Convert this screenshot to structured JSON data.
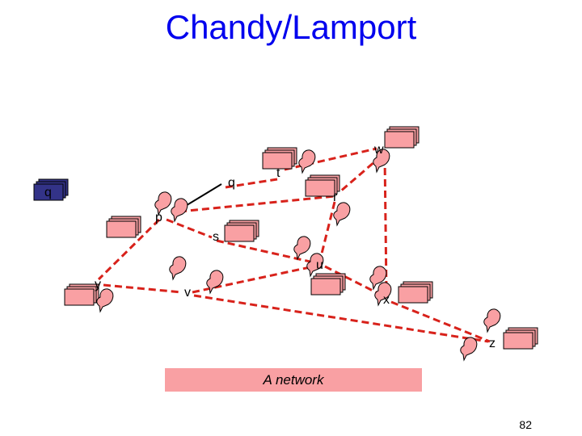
{
  "slide": {
    "title": "Chandy/Lamport",
    "banner": "A network",
    "page_number": "82"
  },
  "colors": {
    "edge": "#d8221b",
    "process_fill": "#f9a0a3",
    "highlight_process_fill": "#333388",
    "title": "#0000ee",
    "banner_fill": "#f9a0a3"
  },
  "nodes": {
    "q_snapshot": "q",
    "q": "q",
    "p": "p",
    "t": "t",
    "w": "w",
    "r": "r",
    "s": "s",
    "u": "u",
    "y": "y",
    "v": "v",
    "x": "x",
    "z": "z"
  },
  "edges": [
    [
      "p",
      "q",
      "solid"
    ],
    [
      "q",
      "t",
      "dashed"
    ],
    [
      "t",
      "w",
      "dashed"
    ],
    [
      "w",
      "r",
      "dashed"
    ],
    [
      "p",
      "r",
      "dashed"
    ],
    [
      "r",
      "u",
      "dashed"
    ],
    [
      "p",
      "s",
      "dashed"
    ],
    [
      "s",
      "u",
      "dashed"
    ],
    [
      "p",
      "y",
      "dashed"
    ],
    [
      "y",
      "v",
      "dashed"
    ],
    [
      "v",
      "u",
      "dashed"
    ],
    [
      "u",
      "x",
      "dashed"
    ],
    [
      "w",
      "x",
      "dashed"
    ],
    [
      "x",
      "z",
      "dashed"
    ],
    [
      "v",
      "z",
      "dashed"
    ]
  ]
}
